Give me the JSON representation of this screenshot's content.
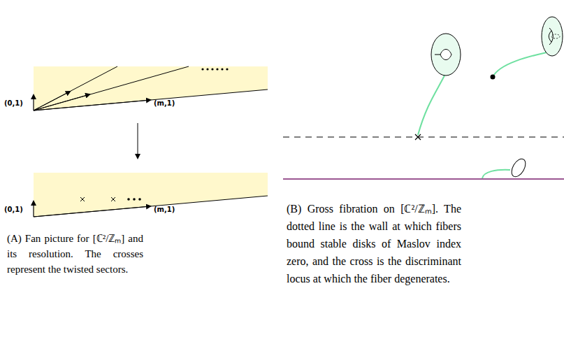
{
  "diagram": {
    "labels": [
      "(0,1)",
      "(m,1)",
      "(0,1)",
      "(m,1)",
      "(A) Fan picture for [ℂ²/ℤₘ] and its resolution. The crosses represent the twisted sectors.",
      "(B) Gross fibration on [ℂ²/ℤₘ]. The dotted line is the wall at which fibers bound stable disks of Maslov index zero, and the cross is the discriminant locus at which the fiber degenerates."
    ]
  }
}
